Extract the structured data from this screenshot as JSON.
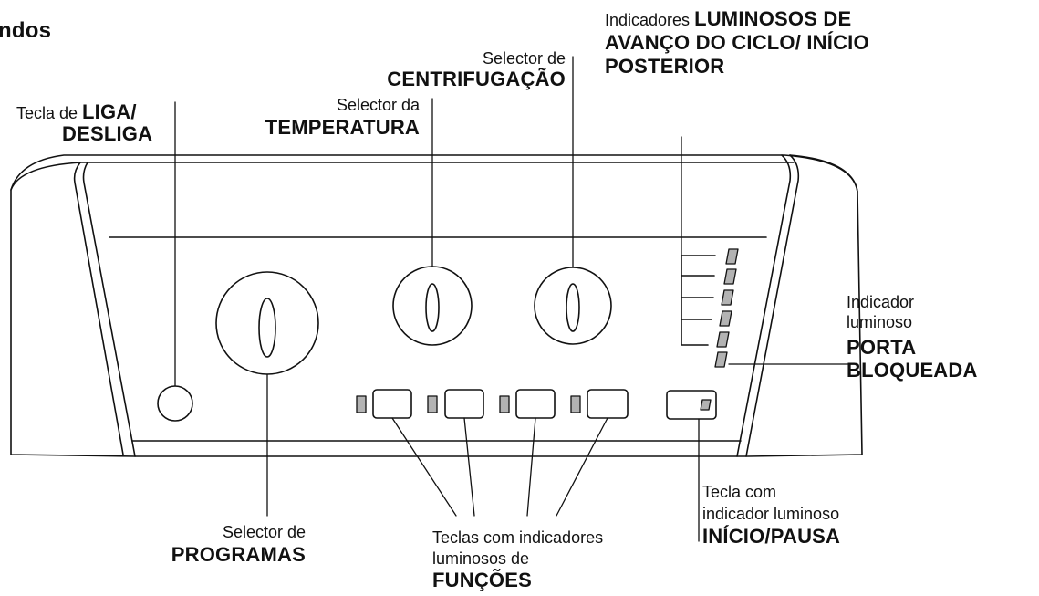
{
  "title_fragment": "ndos",
  "labels": {
    "power": {
      "prefix": "Tecla de ",
      "bold1": "LIGA/",
      "bold2": "DESLIGA"
    },
    "temperature": {
      "light": "Selector da",
      "bold": "TEMPERATURA"
    },
    "spin": {
      "light": "Selector de",
      "bold": "CENTRIFUGAÇÃO"
    },
    "cycle": {
      "prefix": "Indicadores ",
      "bold1": "LUMINOSOS DE",
      "bold2": "AVANÇO DO CICLO/ INÍCIO",
      "bold3": "POSTERIOR"
    },
    "door": {
      "light1": "Indicador",
      "light2": "luminoso",
      "bold1": "PORTA",
      "bold2": "BLOQUEADA"
    },
    "programs": {
      "light": "Selector de",
      "bold": "PROGRAMAS"
    },
    "functions": {
      "light1": "Teclas com indicadores",
      "light2": "luminosos de",
      "bold": "FUNÇÕES"
    },
    "start": {
      "light1": "Tecla com",
      "light2": "indicador luminoso",
      "bold": "INÍCIO/PAUSA"
    }
  },
  "colors": {
    "line": "#111111",
    "led_fill": "#b3b3b3",
    "background": "#ffffff"
  }
}
